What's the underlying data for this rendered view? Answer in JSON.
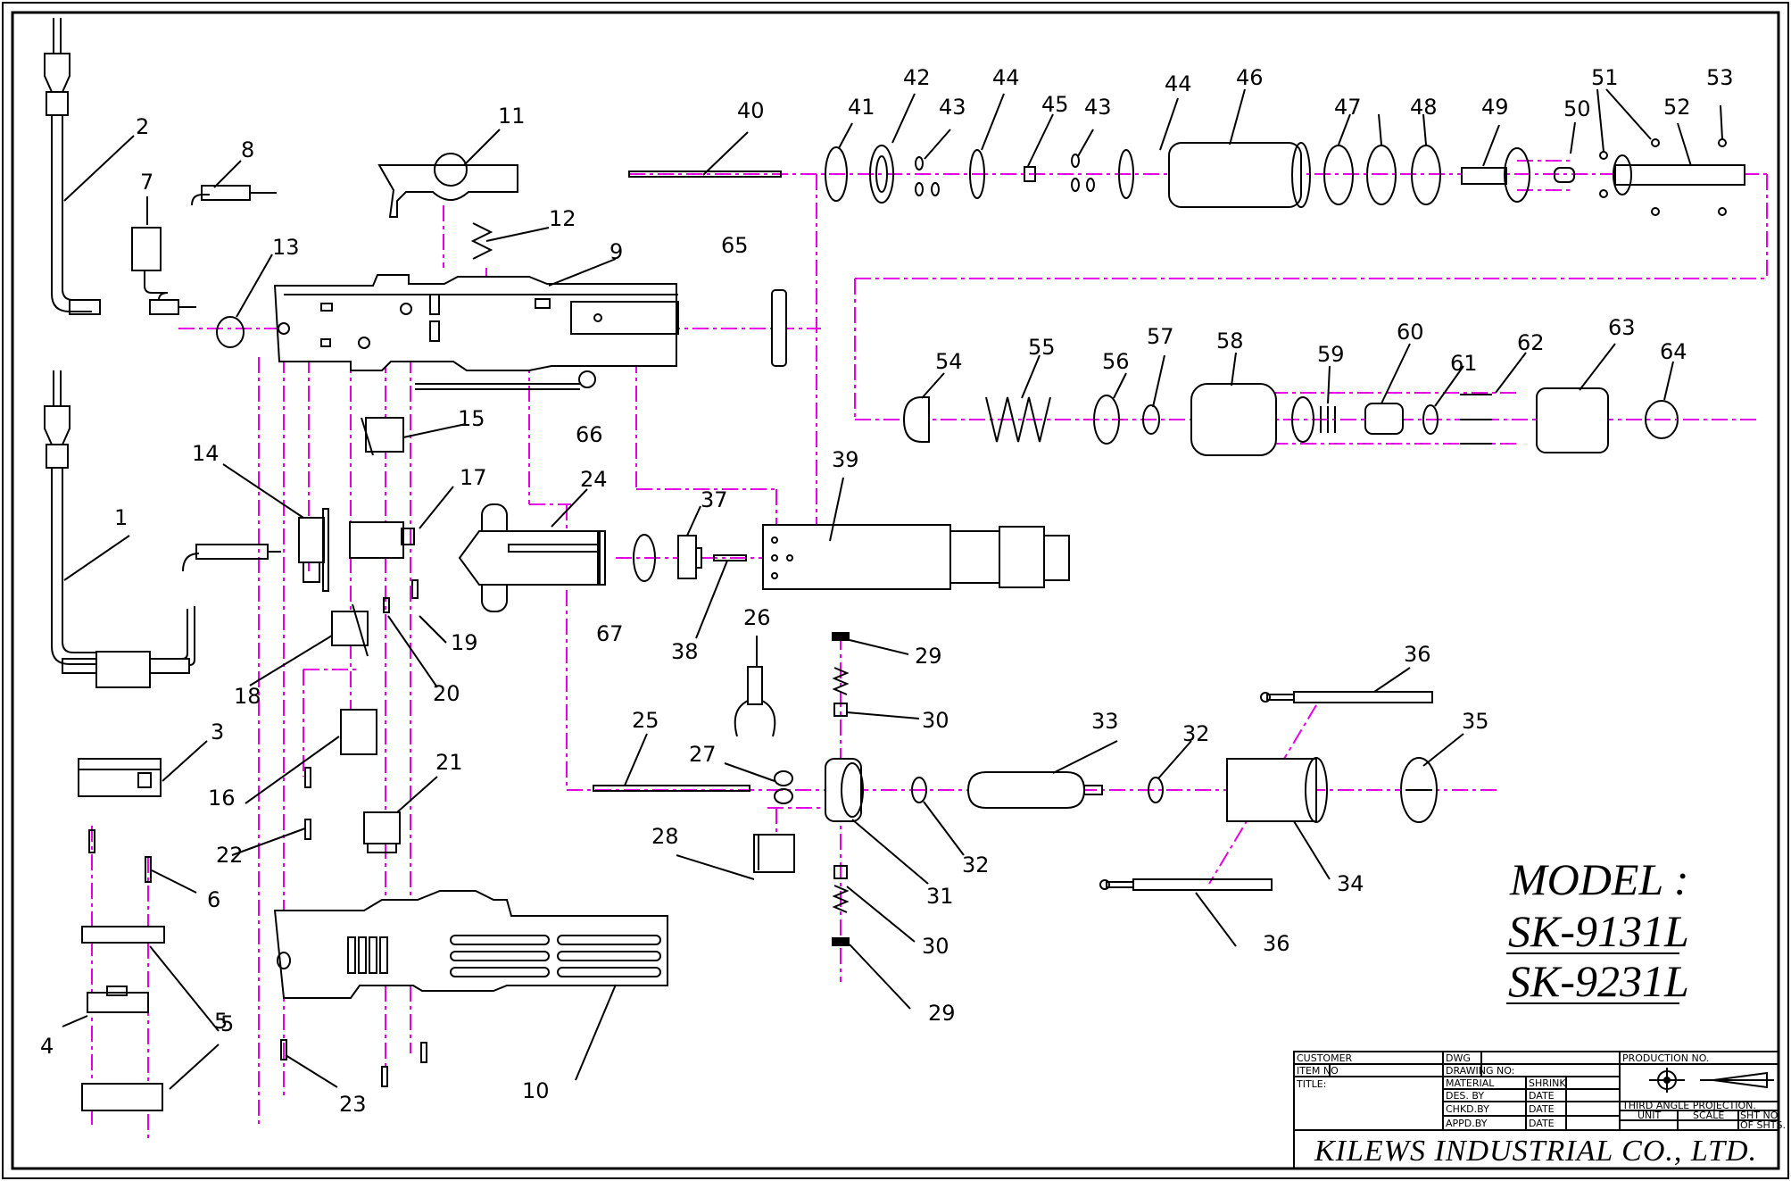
{
  "diagram": {
    "part_labels": [
      "1",
      "2",
      "3",
      "4",
      "5",
      "5",
      "6",
      "7",
      "8",
      "9",
      "10",
      "11",
      "12",
      "13",
      "14",
      "15",
      "16",
      "17",
      "18",
      "19",
      "20",
      "21",
      "22",
      "23",
      "24",
      "25",
      "26",
      "27",
      "28",
      "29",
      "29",
      "30",
      "30",
      "31",
      "32",
      "32",
      "33",
      "34",
      "35",
      "36",
      "36",
      "37",
      "38",
      "39",
      "40",
      "41",
      "42",
      "43",
      "43",
      "44",
      "44",
      "45",
      "46",
      "47",
      "48",
      "49",
      "50",
      "51",
      "52",
      "53",
      "54",
      "55",
      "56",
      "57",
      "58",
      "59",
      "60",
      "61",
      "62",
      "63",
      "64",
      "65",
      "66",
      "67"
    ],
    "model_title": "MODEL :",
    "model_numbers": [
      "SK-9131L",
      "SK-9231L"
    ]
  },
  "title_block": {
    "customer": "CUSTOMER",
    "item_no": "ITEM NO",
    "title": "TITLE:",
    "dwg": "DWG",
    "drawing_no": "DRAWING NO:",
    "material": "MATERIAL",
    "shrink": "SHRINK",
    "des_by": "DES. BY",
    "chkd_by": "CHKD.BY",
    "appd_by": "APPD.BY",
    "date": "DATE",
    "production_no": "PRODUCTION NO.",
    "projection": "THIRD ANGLE PROJECTION.",
    "unit": "UNIT",
    "scale": "SCALE",
    "sht_no": "SHT NO.",
    "of_shts": "OF SHTS.",
    "company": "KILEWS INDUSTRIAL CO., LTD."
  },
  "colors": {
    "centerline": "#e600e6",
    "ink": "#000000",
    "paper": "#ffffff"
  }
}
